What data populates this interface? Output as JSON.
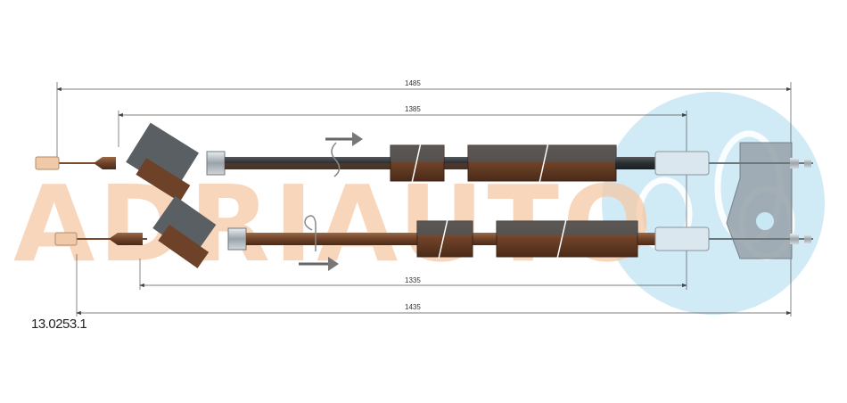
{
  "part_number": "13.0253.1",
  "watermark": {
    "text": "ADRIAUTO",
    "color": "#f6c9a6",
    "logo_color": "#c9e8f5"
  },
  "dimensions": {
    "overall_top": "1485",
    "sheath_top": "1385",
    "sheath_bottom": "1335",
    "overall_bottom": "1435"
  },
  "colors": {
    "cable_brown": "#7a4a2c",
    "cable_dark": "#2e3338",
    "connector": "#5a5f63",
    "ferrule": "#f0c9a8"
  }
}
